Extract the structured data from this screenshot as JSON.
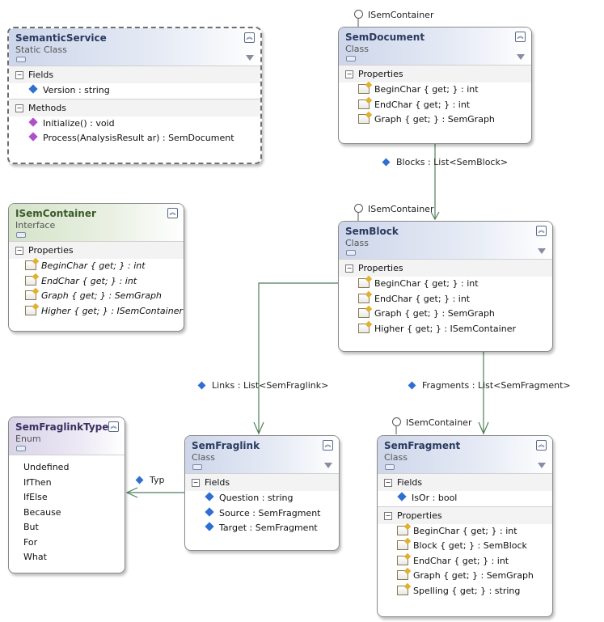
{
  "semantic_service": {
    "title": "SemanticService",
    "stereotype": "Static Class",
    "fields_header": "Fields",
    "fields": [
      "Version : string"
    ],
    "methods_header": "Methods",
    "methods": [
      "Initialize() : void",
      "Process(AnalysisResult ar) : SemDocument"
    ]
  },
  "sem_document": {
    "title": "SemDocument",
    "stereotype": "Class",
    "interface_label": "ISemContainer",
    "props_header": "Properties",
    "props": [
      "BeginChar { get; } : int",
      "EndChar { get; } : int",
      "Graph { get; } : SemGraph"
    ]
  },
  "isem_container": {
    "title": "ISemContainer",
    "stereotype": "Interface",
    "props_header": "Properties",
    "props": [
      "BeginChar { get; } : int",
      "EndChar { get; } : int",
      "Graph { get; } : SemGraph",
      "Higher { get; } : ISemContainer"
    ]
  },
  "sem_block": {
    "title": "SemBlock",
    "stereotype": "Class",
    "interface_label": "ISemContainer",
    "props_header": "Properties",
    "props": [
      "BeginChar { get; } : int",
      "EndChar { get; } : int",
      "Graph { get; } : SemGraph",
      "Higher { get; } : ISemContainer"
    ]
  },
  "sem_fraglink_type": {
    "title": "SemFraglinkType",
    "stereotype": "Enum",
    "values": [
      "Undefined",
      "IfThen",
      "IfElse",
      "Because",
      "But",
      "For",
      "What"
    ]
  },
  "sem_fraglink": {
    "title": "SemFraglink",
    "stereotype": "Class",
    "fields_header": "Fields",
    "fields": [
      "Question : string",
      "Source : SemFragment",
      "Target : SemFragment"
    ]
  },
  "sem_fragment": {
    "title": "SemFragment",
    "stereotype": "Class",
    "interface_label": "ISemContainer",
    "fields_header": "Fields",
    "fields": [
      "IsOr : bool"
    ],
    "props_header": "Properties",
    "props": [
      "BeginChar { get; } : int",
      "Block { get; } : SemBlock",
      "EndChar { get; } : int",
      "Graph { get; } : SemGraph",
      "Spelling { get; } : string"
    ]
  },
  "associations": {
    "blocks": "Blocks : List<SemBlock>",
    "links": "Links : List<SemFraglink>",
    "fragments": "Fragments : List<SemFragment>",
    "typ": "Typ"
  },
  "icons": {
    "collapse": "chevron-up-icon",
    "filter": "filter-icon",
    "property": "property-icon",
    "field": "field-icon",
    "method": "method-icon",
    "association": "association-icon",
    "interface": "interface-lollipop-icon"
  }
}
